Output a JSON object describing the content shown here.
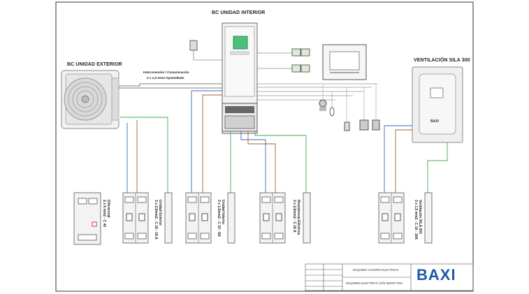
{
  "titles": {
    "outdoor_unit": "BC UNIDAD EXTERIOR",
    "indoor_unit": "BC UNIDAD INTERIOR",
    "ventilation": "VENTILACIÓN SILA 300"
  },
  "comms": {
    "line1": "Interconexión / Comunicación",
    "line2": "2 x 1,5 mm2 Apantallado"
  },
  "circuits": [
    {
      "id": "diferencial",
      "line1": "Diferencial",
      "line2": "2 x 6 mm2 - C 40"
    },
    {
      "id": "unidad-exterior",
      "line1": "Unidad Exterior",
      "line2": "3 x 2,5mm2 - C 16 - 16 A"
    },
    {
      "id": "unidad-interior",
      "line1": "Unidad Interior",
      "line2": "3 x 1,5mm2 - C 10 - 6A"
    },
    {
      "id": "resistencia",
      "line1": "Resistencia Eléctrica",
      "line2": "3 x 2,5mm2 - C 16 A"
    },
    {
      "id": "ventilacion",
      "line1": "Ventilación SILA 300",
      "line2": "3 x 1,5 mm2 - C 10 - 16A"
    }
  ],
  "title_block": {
    "name": "ESQUEMA CUADRO ELECTRICO",
    "subtitle": "ESQUEMA ELECTRICO 1/2/3 SMART R32"
  },
  "brand": {
    "logo": "BAXI",
    "color": "#1f5aa6",
    "unit_badge": "BAXI"
  },
  "colors": {
    "phase": "#a0622d",
    "neutral": "#3b66c4",
    "earth": "#3dae55",
    "display": "#4cc07a"
  }
}
